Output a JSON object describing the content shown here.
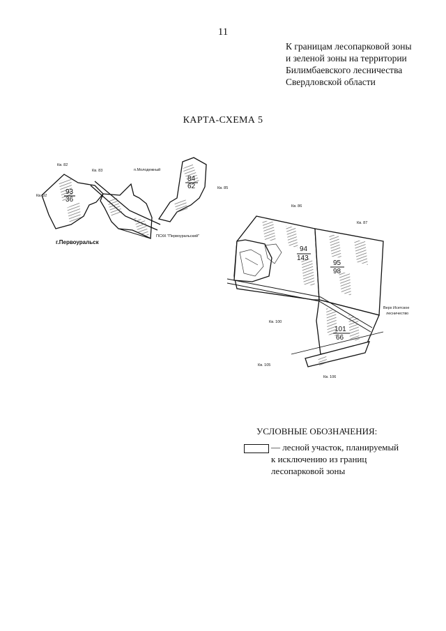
{
  "page_number": "11",
  "header": {
    "lines": [
      "К границам лесопарковой зоны",
      "и зеленой зоны на территории",
      "Билимбаевского лесничества",
      "Свердловской области"
    ]
  },
  "map_title": "КАРТА-СХЕМА 5",
  "map": {
    "labels": {
      "kv82": "Кв. 82",
      "kv83": "Кв. 83",
      "kv92": "Кв. 92",
      "kv85": "Кв. 85",
      "kv86": "Кв. 86",
      "kv87": "Кв. 87",
      "kv100": "Кв. 100",
      "kv105": "Кв. 105",
      "kv106": "Кв. 106",
      "molodezhny": "п.Молодежный",
      "pervouralsk": "г.Первоуральск",
      "psokh": "ПСХК \"Первоуральский\"",
      "verkh_line1": "Верх Исетское",
      "verkh_line2": "лесничество"
    },
    "plots": {
      "p93": {
        "num": "93",
        "area": "36"
      },
      "p84": {
        "num": "84",
        "area": "62"
      },
      "p94": {
        "num": "94",
        "area": "143"
      },
      "p95": {
        "num": "95",
        "area": "98"
      },
      "p101": {
        "num": "101",
        "area": "66"
      }
    }
  },
  "legend": {
    "title": "УСЛОВНЫЕ ОБОЗНАЧЕНИЯ:",
    "item_lines": [
      "— лесной участок, планируемый",
      "к исключению из границ",
      "лесопарковой зоны"
    ]
  }
}
